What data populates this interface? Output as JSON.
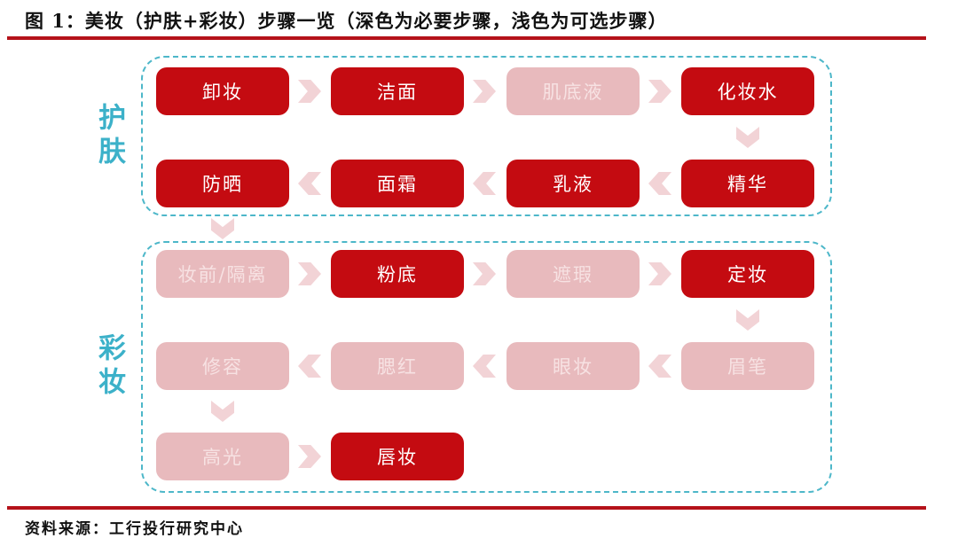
{
  "title": "图 1：美妆（护肤+彩妆）步骤一览（深色为必要步骤，浅色为可选步骤）",
  "source": "资料来源：工行投行研究中心",
  "colors": {
    "required_box": "#c40b11",
    "required_text": "#ffffff",
    "optional_box": "#e8babd",
    "optional_text": "#f7e2e3",
    "arrow": "#f2d3d6",
    "frame_dash": "#4db7c9",
    "group_label": "#3cb1c9",
    "rule": "#b5121a",
    "text": "#111111"
  },
  "groups": [
    {
      "label": "护肤",
      "rows": [
        {
          "direction": "right",
          "steps": [
            {
              "label": "卸妆",
              "type": "required"
            },
            {
              "label": "洁面",
              "type": "required"
            },
            {
              "label": "肌底液",
              "type": "optional"
            },
            {
              "label": "化妆水",
              "type": "required"
            }
          ]
        },
        {
          "direction": "left",
          "steps": [
            {
              "label": "防晒",
              "type": "required"
            },
            {
              "label": "面霜",
              "type": "required"
            },
            {
              "label": "乳液",
              "type": "required"
            },
            {
              "label": "精华",
              "type": "required"
            }
          ]
        }
      ]
    },
    {
      "label": "彩妆",
      "rows": [
        {
          "direction": "right",
          "steps": [
            {
              "label": "妆前/隔离",
              "type": "optional"
            },
            {
              "label": "粉底",
              "type": "required"
            },
            {
              "label": "遮瑕",
              "type": "optional"
            },
            {
              "label": "定妆",
              "type": "required"
            }
          ]
        },
        {
          "direction": "left",
          "steps": [
            {
              "label": "修容",
              "type": "optional"
            },
            {
              "label": "腮红",
              "type": "optional"
            },
            {
              "label": "眼妆",
              "type": "optional"
            },
            {
              "label": "眉笔",
              "type": "optional"
            }
          ]
        },
        {
          "direction": "right",
          "steps": [
            {
              "label": "高光",
              "type": "optional"
            },
            {
              "label": "唇妆",
              "type": "required"
            }
          ]
        }
      ]
    }
  ]
}
